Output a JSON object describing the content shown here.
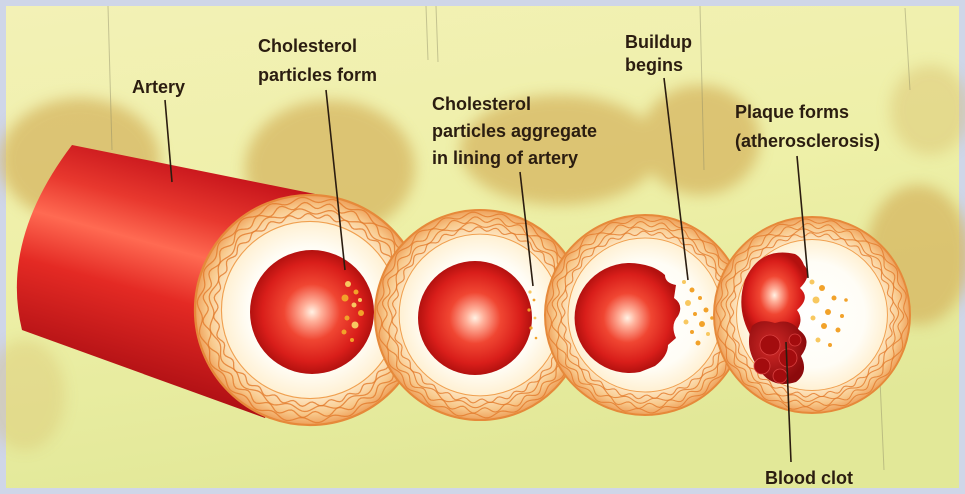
{
  "labels": {
    "artery": "Artery",
    "particles_form": [
      "Cholesterol",
      "particles form"
    ],
    "aggregate": [
      "Cholesterol",
      "particles aggregate",
      "in lining of artery"
    ],
    "buildup": [
      "Buildup",
      "begins"
    ],
    "plaque": [
      "Plaque forms",
      "(atherosclerosis)"
    ],
    "blood_clot": "Blood clot"
  },
  "colors": {
    "artery_red": "#d81e1e",
    "vessel_wall": "#f6c38a",
    "cholesterol_particles": "#f2a22a",
    "blood_clot": "#a30c0e",
    "label_text": "#2b1d10"
  }
}
